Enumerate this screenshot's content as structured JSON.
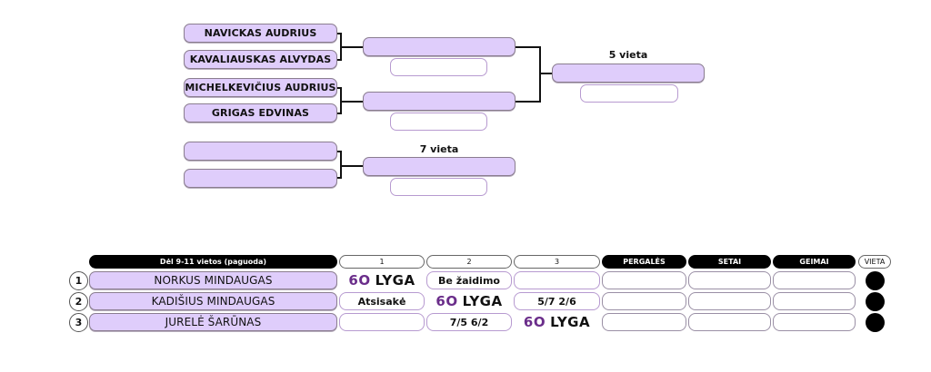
{
  "bracket_5": {
    "label": "5 vieta",
    "round1": [
      "NAVICKAS AUDRIUS",
      "KAVALIAUSKAS ALVYDAS",
      "MICHELKEVIČIUS AUDRIUS",
      "GRIGAS EDVINAS"
    ],
    "round2": [
      "",
      ""
    ],
    "round2_scores": [
      "",
      ""
    ],
    "final": "",
    "final_score": ""
  },
  "bracket_7": {
    "label": "7 vieta",
    "round1": [
      "",
      ""
    ],
    "final": "",
    "final_score": ""
  },
  "group_table": {
    "title": "Dėl 9-11 vietos (paguoda)",
    "columns": [
      "1",
      "2",
      "3"
    ],
    "stat_columns": [
      "PERGALĖS",
      "SETAI",
      "GEIMAI"
    ],
    "place_column": "VIETA",
    "logo": {
      "mark": "6O",
      "text": "LYGA",
      "mark_color": "#6a2d8a"
    },
    "rows": [
      {
        "num": "1",
        "name": "NORKUS MINDAUGAS",
        "results": [
          "__logo__",
          "Be žaidimo",
          ""
        ],
        "pergales": "",
        "setai": "",
        "geimai": ""
      },
      {
        "num": "2",
        "name": "KADIŠIUS MINDAUGAS",
        "results": [
          "Atsisakė",
          "__logo__",
          "5/7 2/6"
        ],
        "pergales": "",
        "setai": "",
        "geimai": ""
      },
      {
        "num": "3",
        "name": "JURELĖ ŠARŪNAS",
        "results": [
          "",
          "7/5 6/2",
          "__logo__"
        ],
        "pergales": "",
        "setai": "",
        "geimai": ""
      }
    ]
  },
  "colors": {
    "player_fill": "#dfcdfb",
    "score_border": "#b79ad0",
    "header_black": "#000000"
  }
}
